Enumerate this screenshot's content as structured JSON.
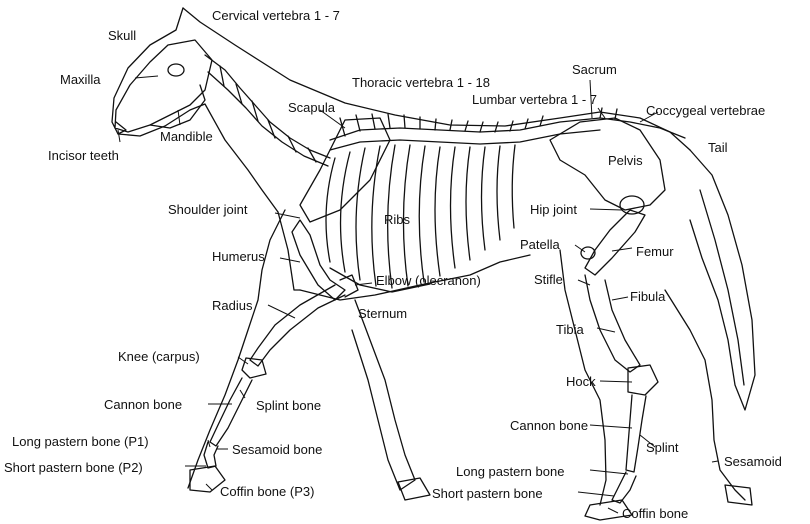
{
  "labels": {
    "skull": "Skull",
    "cervical": "Cervical vertebra 1 - 7",
    "maxilla": "Maxilla",
    "incisor": "Incisor teeth",
    "mandible": "Mandible",
    "scapula": "Scapula",
    "thoracic": "Thoracic vertebra 1 - 18",
    "sacrum": "Sacrum",
    "lumbar": "Lumbar vertebra 1 - 7",
    "coccygeal": "Coccygeal vertebrae",
    "tail": "Tail",
    "pelvis": "Pelvis",
    "shoulder_joint": "Shoulder joint",
    "ribs": "Ribs",
    "hip_joint": "Hip joint",
    "patella": "Patella",
    "femur": "Femur",
    "humerus": "Humerus",
    "elbow": "Elbow (olecranon)",
    "stifle": "Stifle",
    "fibula": "Fibula",
    "radius": "Radius",
    "sternum": "Sternum",
    "tibia": "Tibia",
    "knee": "Knee (carpus)",
    "hock": "Hock",
    "cannon_front": "Cannon bone",
    "splint_bone": "Splint bone",
    "cannon_hind": "Cannon bone",
    "splint": "Splint",
    "long_pastern_front": "Long pastern bone (P1)",
    "sesamoid_front": "Sesamoid bone",
    "short_pastern_front": "Short pastern bone (P2)",
    "long_pastern_hind": "Long pastern bone",
    "sesamoid_hind": "Sesamoid",
    "short_pastern_hind": "Short pastern bone",
    "coffin_front": "Coffin bone (P3)",
    "coffin_hind": "Coffin bone"
  },
  "colors": {
    "ink": "#111111",
    "background": "#ffffff"
  }
}
